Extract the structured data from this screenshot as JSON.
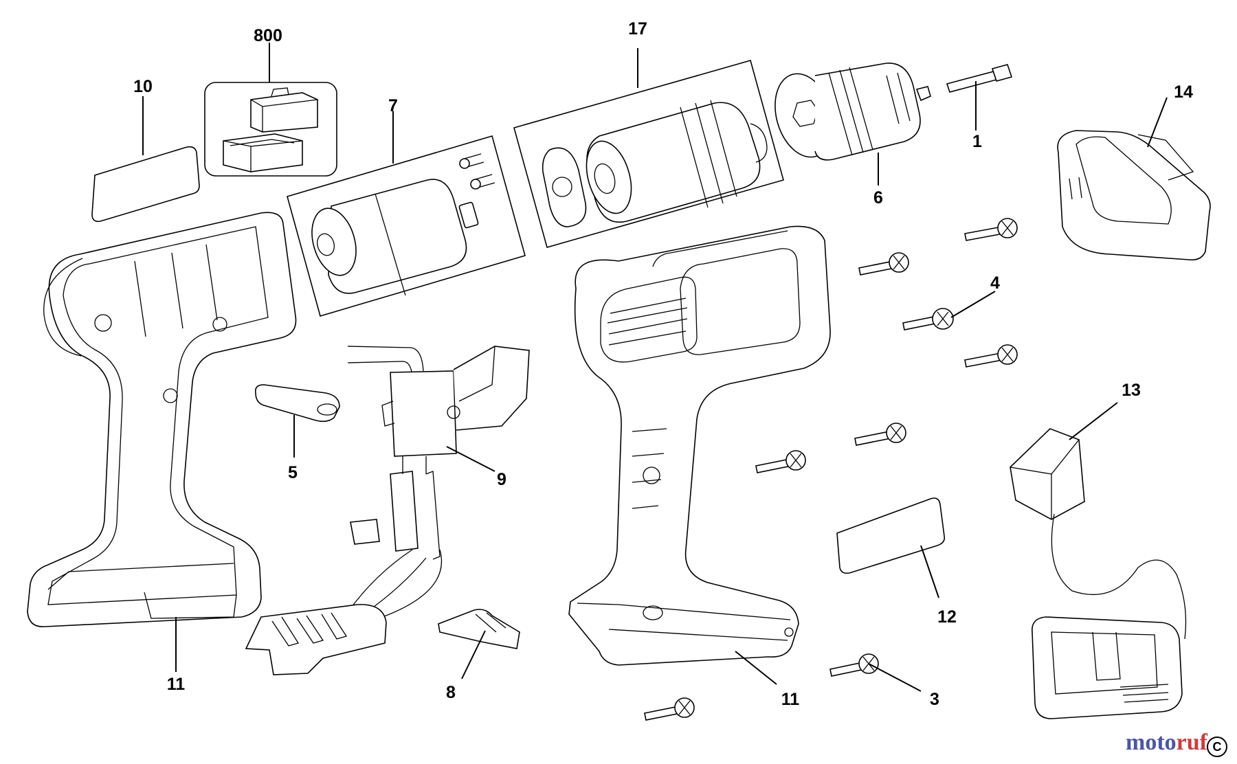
{
  "callouts": {
    "c1": "1",
    "c3": "3",
    "c4": "4",
    "c5": "5",
    "c6": "6",
    "c7": "7",
    "c8": "8",
    "c9": "9",
    "c10": "10",
    "c11a": "11",
    "c11b": "11",
    "c12": "12",
    "c13": "13",
    "c14": "14",
    "c17": "17",
    "c800": "800"
  },
  "watermark": {
    "part1": "moto",
    "part2": "ruf",
    "copyright": "C"
  }
}
